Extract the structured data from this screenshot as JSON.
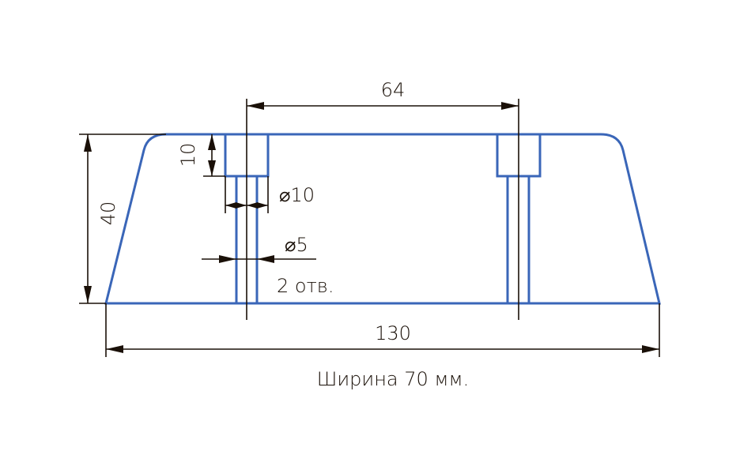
{
  "drawing": {
    "dim_width_holes": "64",
    "dim_height": "40",
    "dim_counterbore_depth": "10",
    "dim_counterbore_diameter": "⌀10",
    "dim_hole_diameter": "⌀5",
    "hole_count_note": "2 отв.",
    "dim_total_length": "130",
    "width_note": "Ширина 70 мм."
  },
  "colors": {
    "outline": "#3a66b8",
    "dimension": "#1a1008"
  }
}
